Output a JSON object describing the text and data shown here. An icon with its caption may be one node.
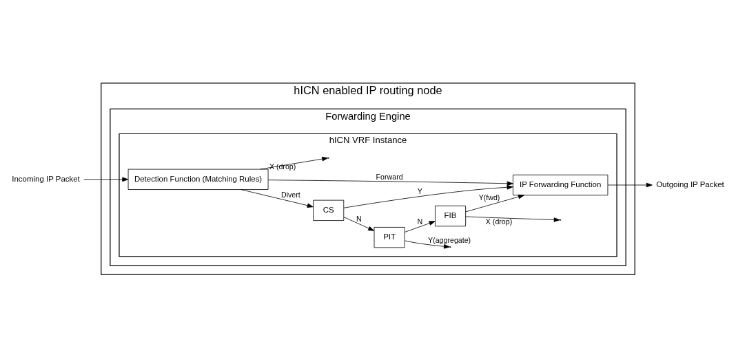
{
  "diagram": {
    "nodes": [
      {
        "text": [
          "hICN enabled IP routing node"
        ]
      },
      {
        "text": [
          "Forwarding Engine"
        ],
        "in": 0
      },
      {
        "text": [
          "hICN VRF Instance"
        ],
        "in": 1
      },
      {
        "text": [
          "CS"
        ],
        "in": 2
      },
      {
        "text": [
          "PIT"
        ],
        "in": 2
      },
      {
        "text": [
          "FIB"
        ],
        "in": 2
      },
      {
        "text": [
          "Detection Function (Matching Rules)"
        ],
        "in": 2
      },
      {
        "text": [
          "IP Forwarding Function"
        ],
        "in": 2
      },
      {
        "text": [
          "Incoming IP Packet"
        ]
      },
      {
        "text": [
          "Outgoing IP Packet"
        ]
      }
    ],
    "edges": [
      {
        "from": 8,
        "to": 6,
        "arrow": "to"
      },
      {
        "from": 6,
        "to": 3,
        "arrow": "to",
        "label": "Divert"
      },
      {
        "from": 3,
        "to": 4,
        "arrow": "to",
        "label": "N"
      },
      {
        "from": 4,
        "to": 5,
        "arrow": "to",
        "label": "N"
      },
      {
        "from": 4,
        "to": null,
        "arrow": "to",
        "label": "Y(aggregate)"
      },
      {
        "from": 5,
        "to": null,
        "arrow": "to",
        "label": "X (drop)"
      },
      {
        "from": 3,
        "to": 7,
        "arrow": "to",
        "label": "Y"
      },
      {
        "from": 5,
        "to": 7,
        "arrow": "to",
        "label": "Y(fwd)"
      },
      {
        "from": 6,
        "to": 7,
        "arrow": "to",
        "label": "Forward"
      },
      {
        "from": 6,
        "to": null,
        "arrow": "to",
        "label": "X (drop)"
      },
      {
        "from": 7,
        "to": 9,
        "arrow": "to"
      }
    ]
  }
}
